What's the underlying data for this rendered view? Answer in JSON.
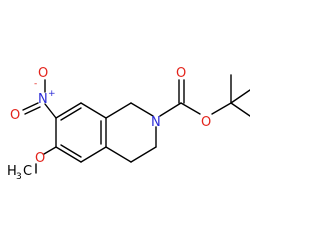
{
  "colors": {
    "bond": "#000000",
    "nitrogen": "#2b2bd6",
    "oxygen": "#e3231b",
    "carbon_label": "#000000"
  },
  "labels": {
    "nitro_oxygen": "O",
    "nitro_oxygen_charge": "-",
    "nitro_nitrogen": "N",
    "nitro_nitrogen_charge": "+",
    "nitro_double_oxygen": "O",
    "ring_nitrogen": "N",
    "carbonyl_oxygen": "O",
    "ester_oxygen": "O",
    "methoxy_oxygen": "O",
    "methoxy_carbon": "H",
    "methoxy_carbon_sub": "3",
    "methoxy_carbon_c": "C"
  }
}
